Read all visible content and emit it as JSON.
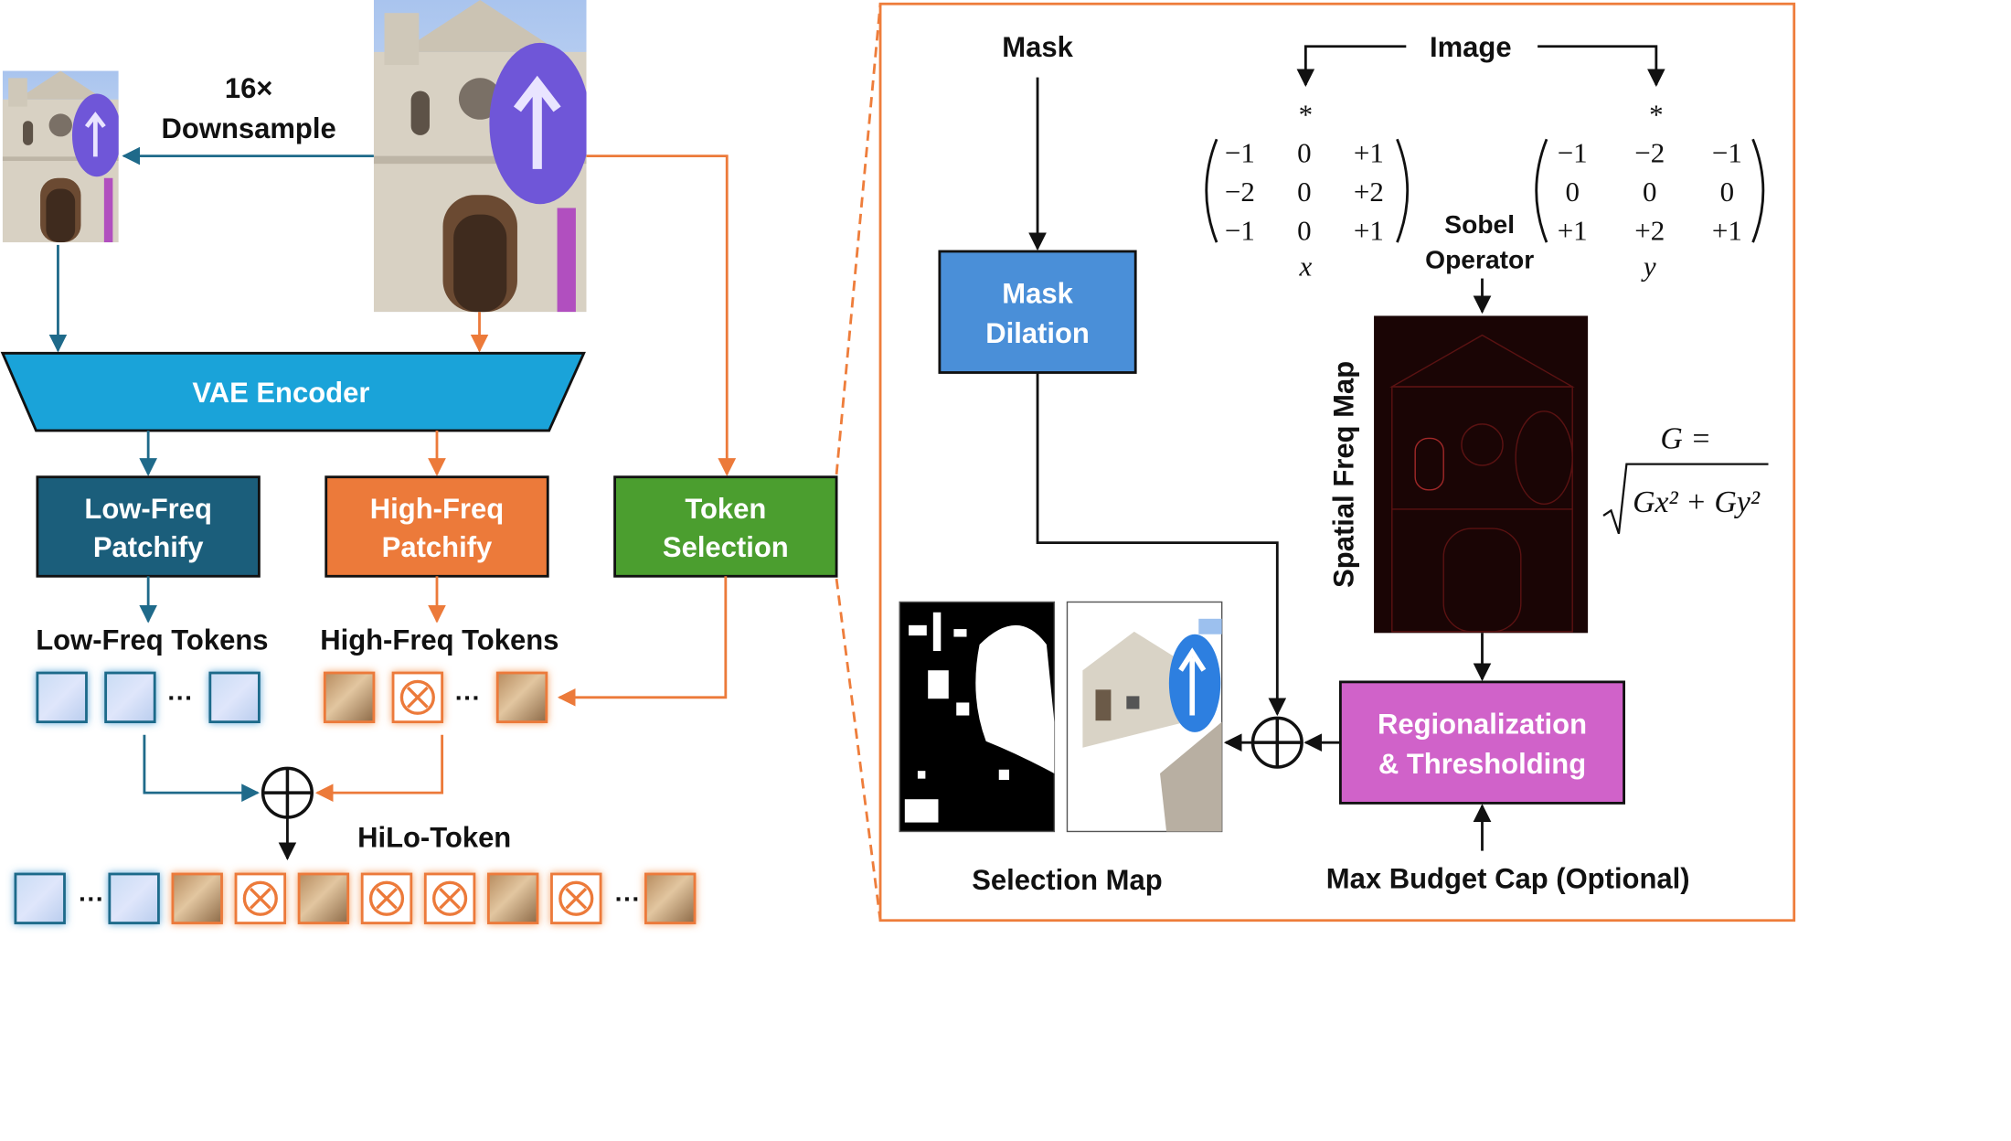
{
  "labels": {
    "downsample_factor": "16×",
    "downsample": "Downsample",
    "vae_encoder": "VAE Encoder",
    "low_freq_patchify": [
      "Low-Freq",
      "Patchify"
    ],
    "high_freq_patchify": [
      "High-Freq",
      "Patchify"
    ],
    "token_selection": [
      "Token",
      "Selection"
    ],
    "low_freq_tokens": "Low-Freq Tokens",
    "high_freq_tokens": "High-Freq Tokens",
    "hilo_token": "HiLo-Token",
    "ellipsis": "···",
    "mask": "Mask",
    "image": "Image",
    "mask_dilation": [
      "Mask",
      "Dilation"
    ],
    "sobel_operator": [
      "Sobel",
      "Operator"
    ],
    "spatial_freq_map": "Spatial Freq Map",
    "regionalization": [
      "Regionalization",
      "& Thresholding"
    ],
    "selection_map": "Selection Map",
    "max_budget_cap": "Max Budget Cap (Optional)",
    "convolve_symbol": "*",
    "kernel_x_label": "x",
    "kernel_y_label": "y",
    "magnitude_lhs": "G =",
    "magnitude_rhs": "Gx² + Gy²"
  },
  "sobel_x": [
    [
      "−1",
      "0",
      "+1"
    ],
    [
      "−2",
      "0",
      "+2"
    ],
    [
      "−1",
      "0",
      "+1"
    ]
  ],
  "sobel_y": [
    [
      "−1",
      "−2",
      "−1"
    ],
    [
      "0",
      "0",
      "0"
    ],
    [
      "+1",
      "+2",
      "+1"
    ]
  ],
  "hilo_sequence": [
    "low",
    "ellipsis",
    "low",
    "high",
    "masked",
    "high",
    "masked",
    "masked",
    "high",
    "masked",
    "ellipsis",
    "high"
  ],
  "colors": {
    "low_freq": "#1b5e7b",
    "high_freq": "#ec7a3a",
    "token_selection": "#4b9e2f",
    "vae": "#1aa3d9",
    "mask_dilation": "#4a8fd8",
    "regionalization": "#d062c9",
    "detail_border": "#ee7d3b",
    "arrow_low": "#1f6a8a",
    "arrow_high": "#ec7a3a"
  }
}
